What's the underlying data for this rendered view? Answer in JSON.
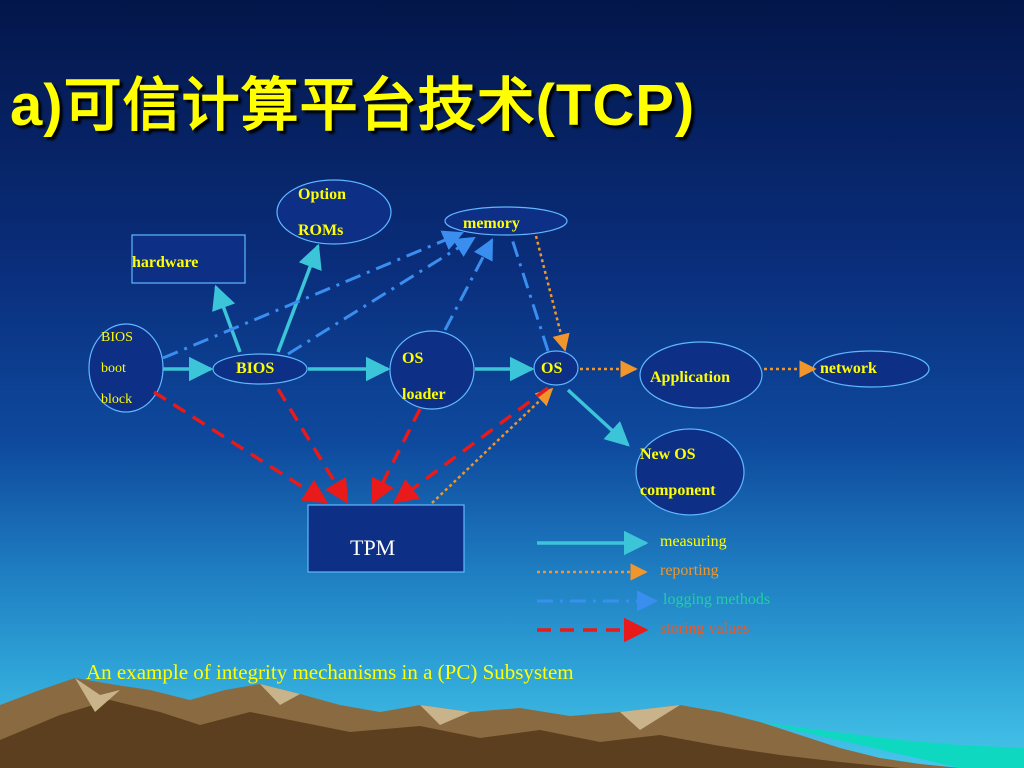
{
  "slide": {
    "title": "a)可信计算平台技术(TCP)",
    "caption": "An example of integrity mechanisms in a (PC) Subsystem"
  },
  "nodes": {
    "option_roms": [
      "Option",
      "ROMs"
    ],
    "memory": "memory",
    "hardware": "hardware",
    "bios_boot_block": [
      "BIOS",
      "boot",
      "block"
    ],
    "bios": "BIOS",
    "os_loader": [
      "OS",
      "loader"
    ],
    "os": "OS",
    "application": "Application",
    "network": "network",
    "new_os_component": [
      "New OS",
      "component"
    ],
    "tpm": "TPM"
  },
  "legend": [
    {
      "label": "measuring",
      "style": "solid",
      "color": "#3cc4d8",
      "text_color": "#ffff00"
    },
    {
      "label": "reporting",
      "style": "dotted",
      "color": "#f0962a",
      "text_color": "#f0962a"
    },
    {
      "label": "logging methods",
      "style": "dash-dot",
      "color": "#3a8ef0",
      "text_color": "#1fd0a0"
    },
    {
      "label": "storing values",
      "style": "dashed",
      "color": "#e81a1a",
      "text_color": "#e85a2a"
    }
  ],
  "colors": {
    "title": "#ffff00",
    "node_fill": "#0d2f86",
    "node_stroke": "#5fb8ff",
    "text": "#ffff00"
  }
}
